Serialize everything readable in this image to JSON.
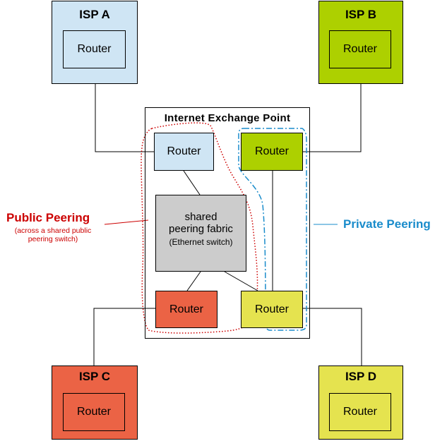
{
  "colors": {
    "isp_a": "#cfe5f4",
    "isp_b": "#add000",
    "isp_c": "#eb6345",
    "isp_d": "#e5e34f",
    "fabric": "#cccccc",
    "public": "#cc0000",
    "private": "#1a8ccb"
  },
  "isps": {
    "a": {
      "name": "ISP A",
      "router": "Router"
    },
    "b": {
      "name": "ISP B",
      "router": "Router"
    },
    "c": {
      "name": "ISP C",
      "router": "Router"
    },
    "d": {
      "name": "ISP D",
      "router": "Router"
    }
  },
  "ixp": {
    "title": "Internet Exchange Point",
    "router_a": "Router",
    "router_b": "Router",
    "router_c": "Router",
    "router_d": "Router",
    "fabric_main": "shared peering fabric",
    "fabric_sub": "(Ethernet switch)"
  },
  "public_peering": {
    "label": "Public Peering",
    "note": "(across a shared public peering switch)"
  },
  "private_peering": {
    "label": "Private Peering"
  }
}
